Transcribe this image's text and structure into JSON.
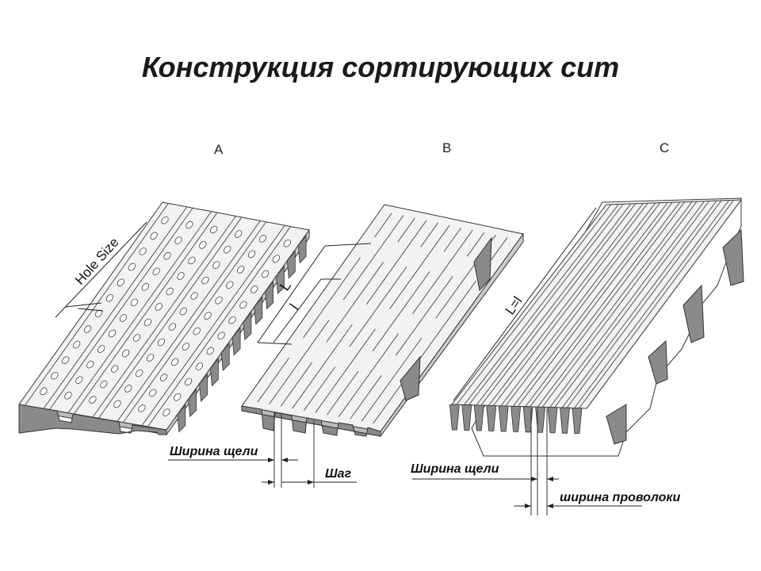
{
  "title": "Конструкция сортирующих сит",
  "panels": [
    {
      "letter": "A",
      "dimension_labels": [
        "Hole Size"
      ]
    },
    {
      "letter": "B",
      "dimension_labels": [
        "L",
        "l",
        "Ширина щели",
        "Шаг"
      ]
    },
    {
      "letter": "C",
      "dimension_labels": [
        "L=l",
        "Ширина щели",
        "ширина проволоки"
      ]
    }
  ],
  "colors": {
    "plate_fill": "#f2f2f2",
    "section_fill": "#8a8a8a",
    "line": "#333333"
  }
}
